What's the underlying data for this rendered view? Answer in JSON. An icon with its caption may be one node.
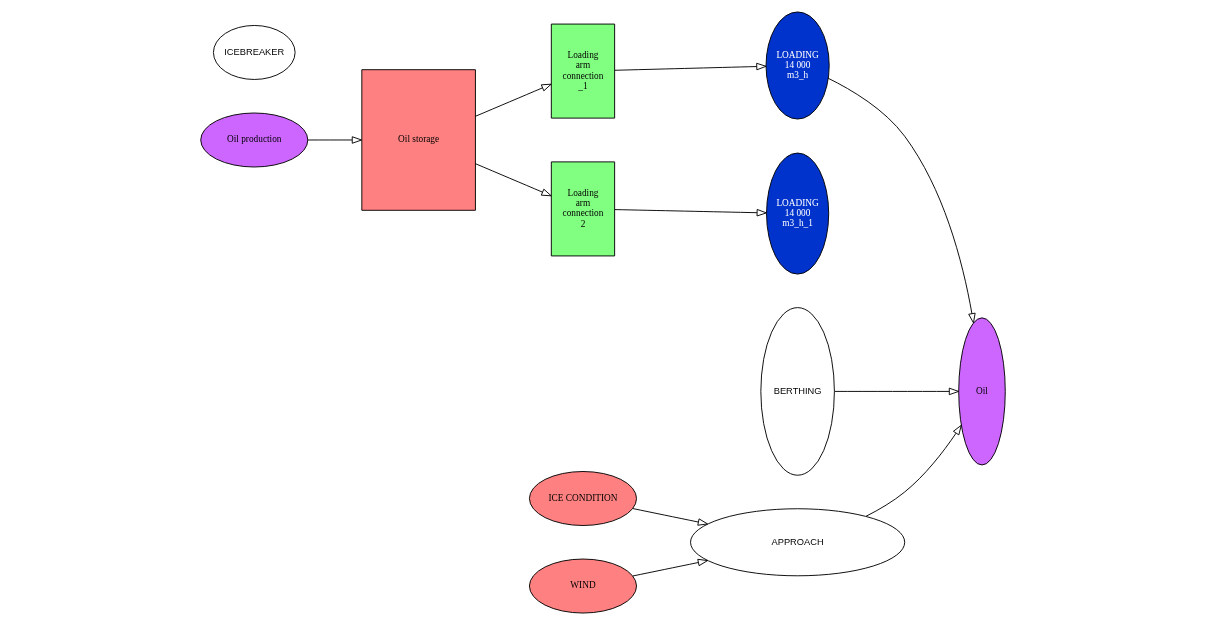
{
  "diagram": {
    "nodes": [
      {
        "text": [
          "Oil production"
        ]
      },
      {
        "text": [
          "Oil storage"
        ]
      },
      {
        "text": [
          "Loading arm connection _1"
        ]
      },
      {
        "text": [
          "LOADING 14 000 m3_h"
        ]
      },
      {
        "text": [
          "Loading arm connection 2"
        ]
      },
      {
        "text": [
          "LOADING 14 000 m3_h_1"
        ]
      },
      {
        "text": [
          "Oil"
        ]
      },
      {
        "text": [
          "ICEBREAKER"
        ]
      },
      {
        "text": [
          "ICE CONDITION"
        ]
      },
      {
        "text": [
          "BERTHING"
        ]
      },
      {
        "text": [
          "WIND"
        ]
      },
      {
        "text": [
          "APPROACH"
        ]
      }
    ],
    "edges": [
      {
        "from": 0,
        "to": 1,
        "arrow": "to"
      },
      {
        "from": 1,
        "to": 2,
        "arrow": "to"
      },
      {
        "from": 2,
        "to": 3,
        "arrow": "to"
      },
      {
        "from": 3,
        "to": 6,
        "arrow": "to"
      },
      {
        "from": 1,
        "to": 4,
        "arrow": "to"
      },
      {
        "from": 4,
        "to": 5,
        "arrow": "to"
      },
      {
        "from": 9,
        "to": 6,
        "arrow": "to"
      },
      {
        "from": 11,
        "to": 6,
        "arrow": "to"
      },
      {
        "from": 8,
        "to": 11,
        "arrow": "to"
      },
      {
        "from": 10,
        "to": 11,
        "arrow": "to"
      }
    ]
  }
}
